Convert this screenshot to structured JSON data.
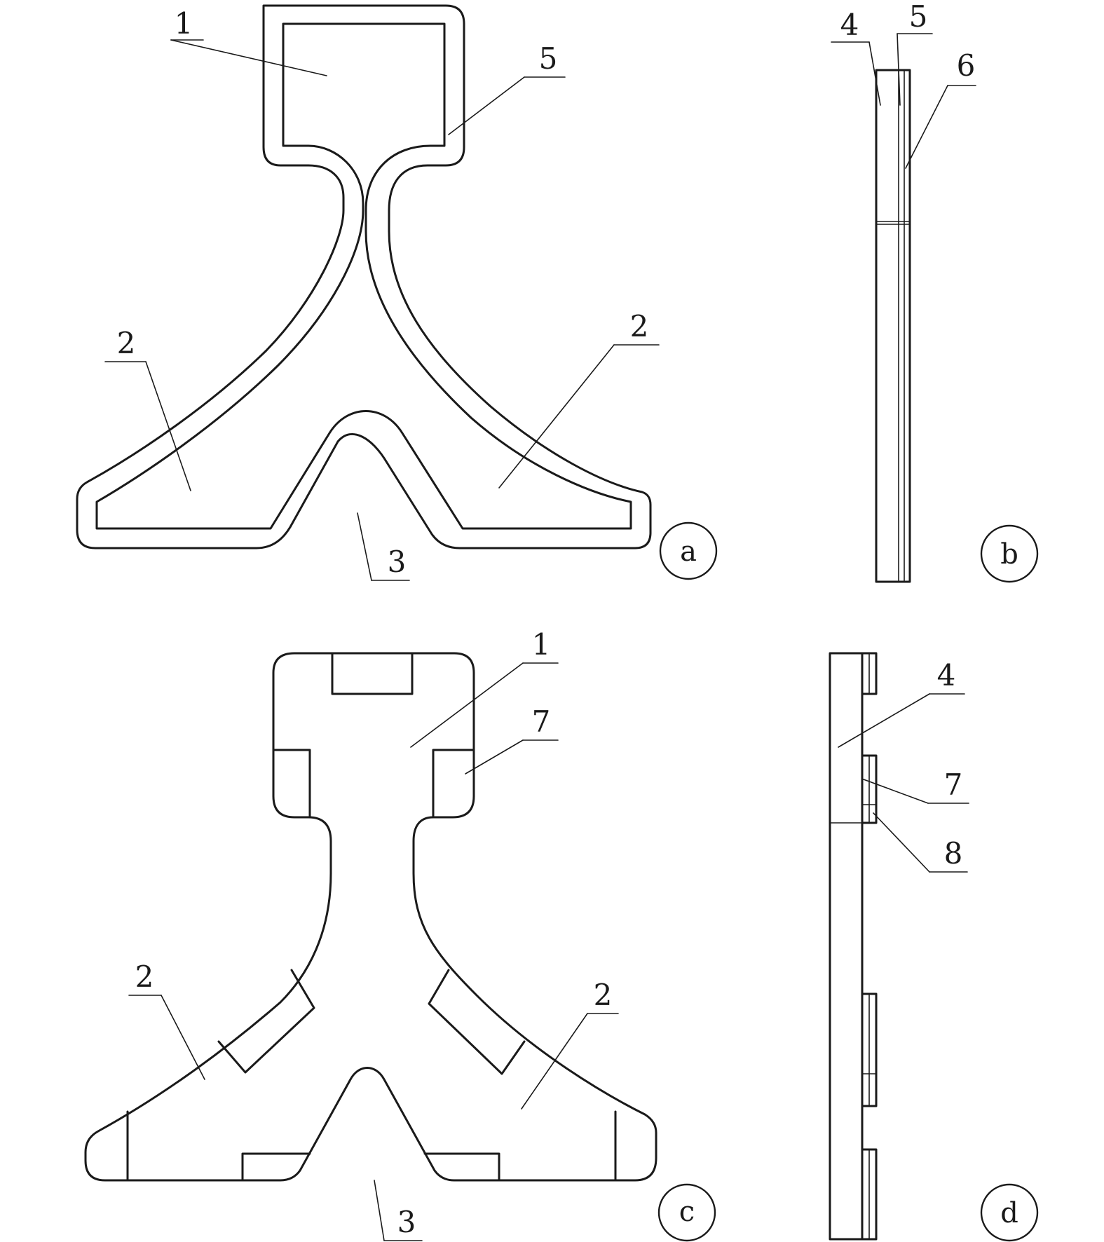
{
  "figure": {
    "panels": [
      {
        "id": "a",
        "label": "a"
      },
      {
        "id": "b",
        "label": "b"
      },
      {
        "id": "c",
        "label": "c"
      },
      {
        "id": "d",
        "label": "d"
      }
    ],
    "callouts": {
      "a": [
        "1",
        "5",
        "2",
        "2",
        "3"
      ],
      "b": [
        "4",
        "5",
        "6"
      ],
      "c": [
        "1",
        "7",
        "2",
        "2",
        "3"
      ],
      "d": [
        "4",
        "7",
        "8"
      ]
    }
  }
}
